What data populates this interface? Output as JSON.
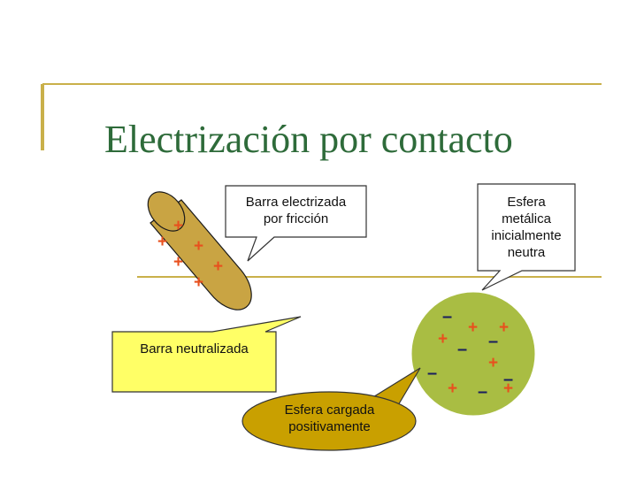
{
  "slide": {
    "title": "Electrización por contacto"
  },
  "callouts": {
    "rod_charged": "Barra electrizada\npor fricción",
    "sphere_neutral": "Esfera\nmetálica\ninicialmente\nneutra",
    "rod_neutral": "Barra neutralizada",
    "sphere_charged": "Esfera cargada\npositivamente"
  },
  "charges": {
    "plus": "+",
    "minus": "–"
  },
  "colors": {
    "title": "#2e6b3a",
    "accent_line": "#c9b04a",
    "rod_fill": "#c9a443",
    "sphere_fill": "#a9bd43",
    "callout_yellow": "#ffff66",
    "charged_sphere_callout": "#c9a000",
    "plus_charge": "#e8501e",
    "minus_charge": "#1a1f5e"
  }
}
